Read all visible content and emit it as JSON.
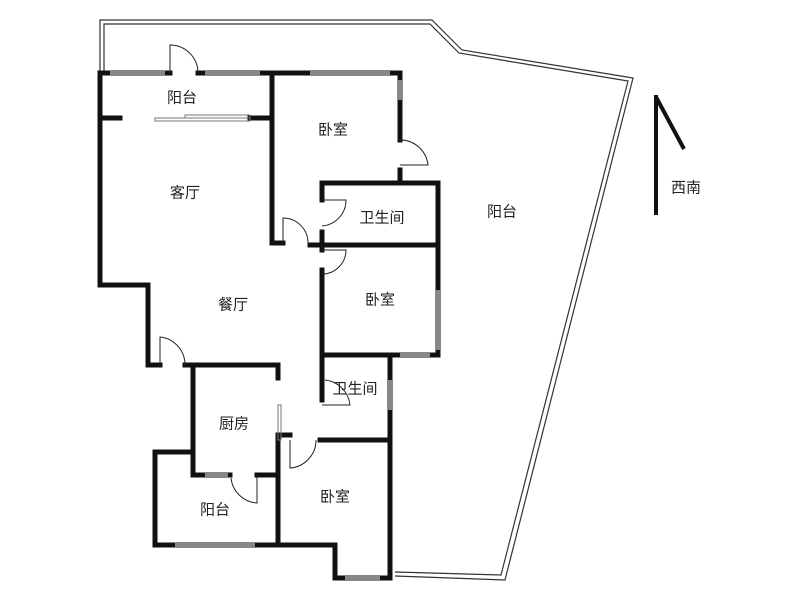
{
  "rooms": {
    "balcony_top": "阳台",
    "bedroom_master": "卧室",
    "living_room": "客厅",
    "bathroom_1": "卫生间",
    "balcony_large": "阳台",
    "bedroom_2": "卧室",
    "dining_room": "餐厅",
    "bathroom_2": "卫生间",
    "kitchen": "厨房",
    "balcony_kitchen": "阳台",
    "bedroom_3": "卧室"
  },
  "compass": {
    "direction_label": "西南"
  }
}
